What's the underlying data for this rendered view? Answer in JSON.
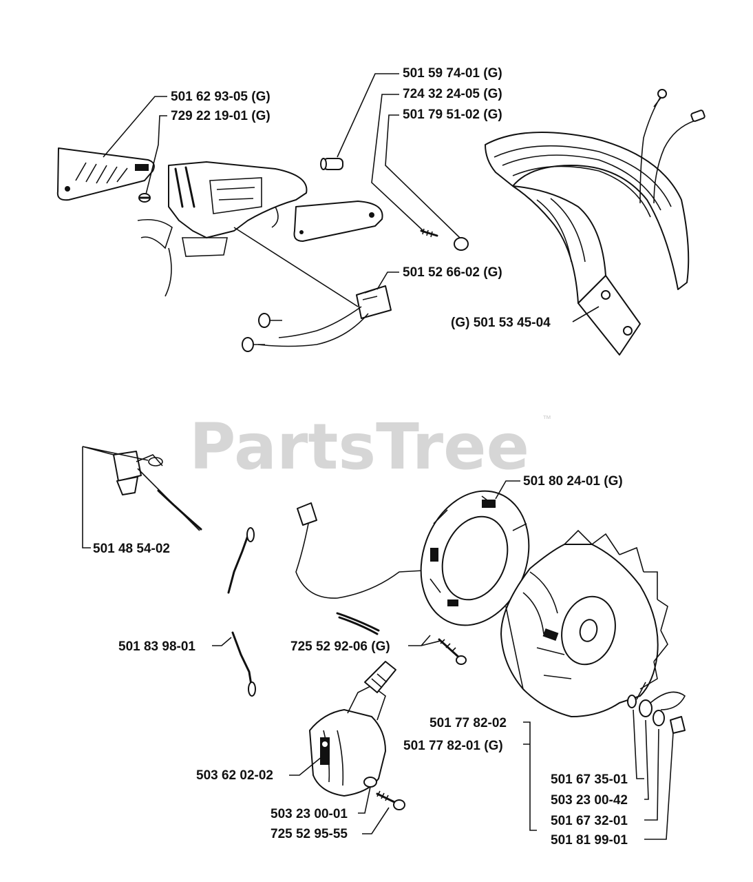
{
  "watermark": {
    "brand": "PartsTree",
    "trademark": "™"
  },
  "labels": {
    "p501629305": "501 62 93-05 (G)",
    "p729221901": "729 22 19-01 (G)",
    "p501597401": "501 59 74-01 (G)",
    "p724322405": "724 32 24-05 (G)",
    "p501795102": "501 79 51-02 (G)",
    "p501526602": "501 52 66-02 (G)",
    "p501534504": "(G) 501 53 45-04",
    "p501802401": "501 80 24-01 (G)",
    "p5014854": "501 48 54-02",
    "p501839801": "501 83 98-01",
    "p725529206": "725 52 92-06 (G)",
    "p501778202": "501 77 82-02",
    "p501778201": "501 77 82-01 (G)",
    "p501673501": "501 67 35-01",
    "p503230042": "503 23 00-42",
    "p501673201": "501 67 32-01",
    "p501819901": "501 81 99-01",
    "p503620202": "503 62 02-02",
    "p503230001": "503 23 00-01",
    "p725529555": "725 52 95-55"
  }
}
